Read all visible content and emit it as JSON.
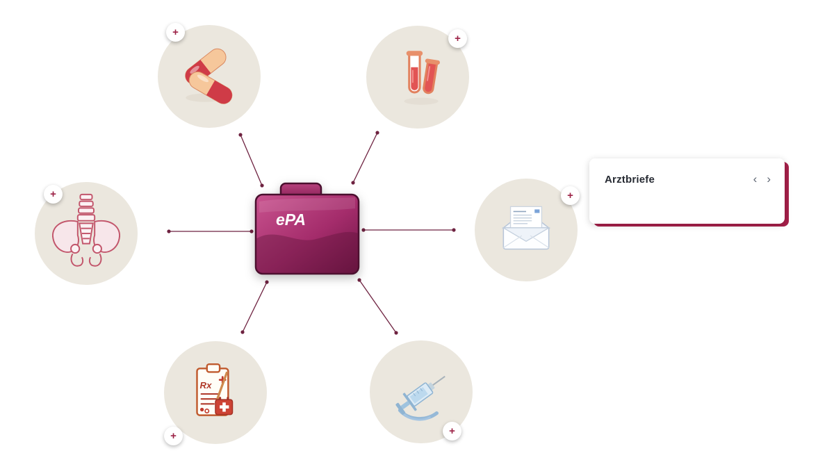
{
  "ui": {
    "plus_label": "+",
    "colors": {
      "accent": "#9c2246",
      "spoke": "#6e2240",
      "node_background": "#ebe7de",
      "folder_main": "#a42c6b",
      "folder_dark": "#6d1544",
      "card_edge": "#a6204a",
      "card_background": "#ffffff"
    }
  },
  "center": {
    "label": "ePA"
  },
  "nodes": [
    {
      "id": "medication",
      "icon": "pills-icon"
    },
    {
      "id": "lab-samples",
      "icon": "test-tubes-icon"
    },
    {
      "id": "imaging",
      "icon": "pelvis-bone-icon"
    },
    {
      "id": "doctor-letters",
      "icon": "open-envelope-icon"
    },
    {
      "id": "prescriptions",
      "icon": "prescription-clipboard-icon",
      "rx_label": "Rx"
    },
    {
      "id": "vaccination",
      "icon": "syringe-icon"
    }
  ],
  "card": {
    "title": "Arztbriefe",
    "prev_icon": "‹",
    "next_icon": "›"
  }
}
